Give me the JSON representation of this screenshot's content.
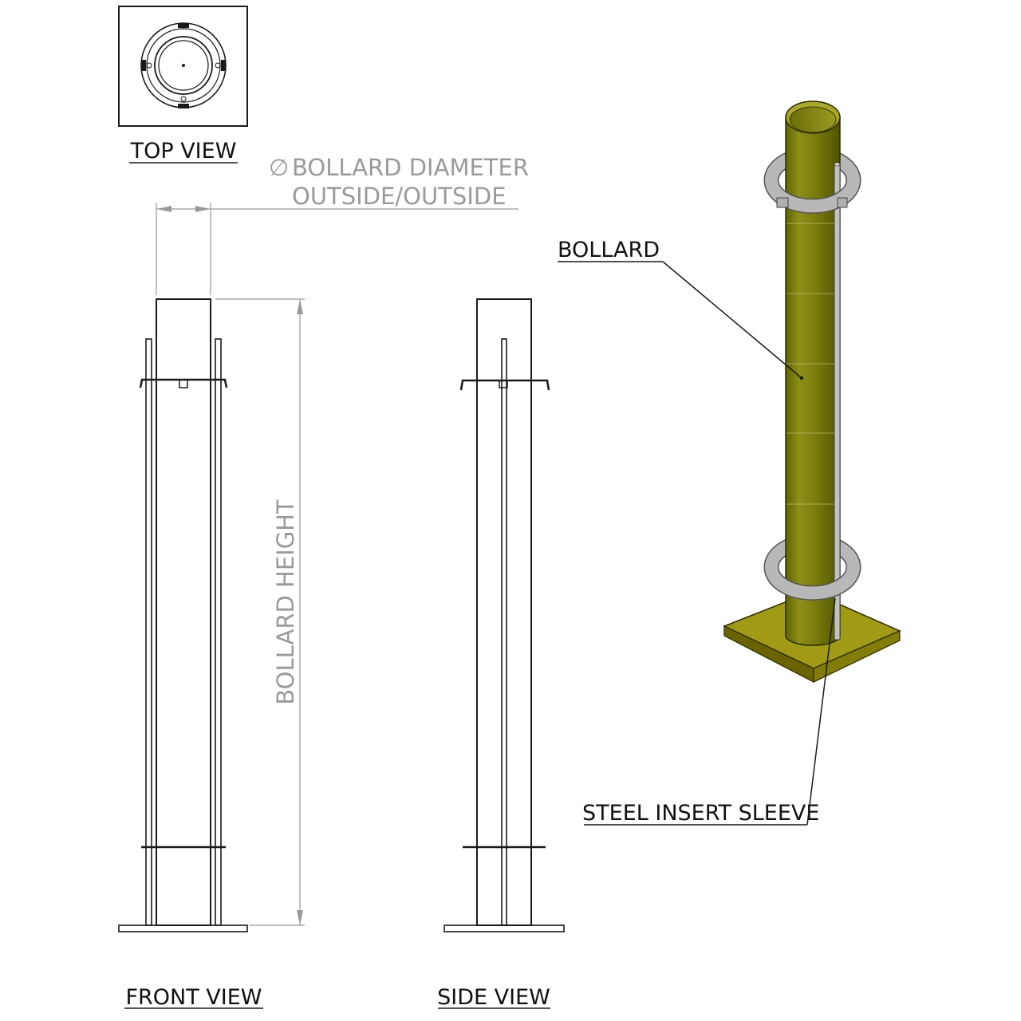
{
  "views": {
    "top": "TOP VIEW",
    "front": "FRONT VIEW",
    "side": "SIDE VIEW"
  },
  "dimensions": {
    "diameter_symbol": "∅",
    "diameter_line1": "BOLLARD DIAMETER",
    "diameter_line2": "OUTSIDE/OUTSIDE",
    "height": "BOLLARD HEIGHT"
  },
  "callouts": {
    "bollard": "BOLLARD",
    "sleeve": "STEEL INSERT SLEEVE"
  },
  "colors": {
    "bollard_light": "#8c8c14",
    "bollard_dark": "#5c6200",
    "base_plate": "#a09a14",
    "ring": "#b4b4b4",
    "dimension": "#9a9a9a",
    "line": "#1a1a1a"
  }
}
